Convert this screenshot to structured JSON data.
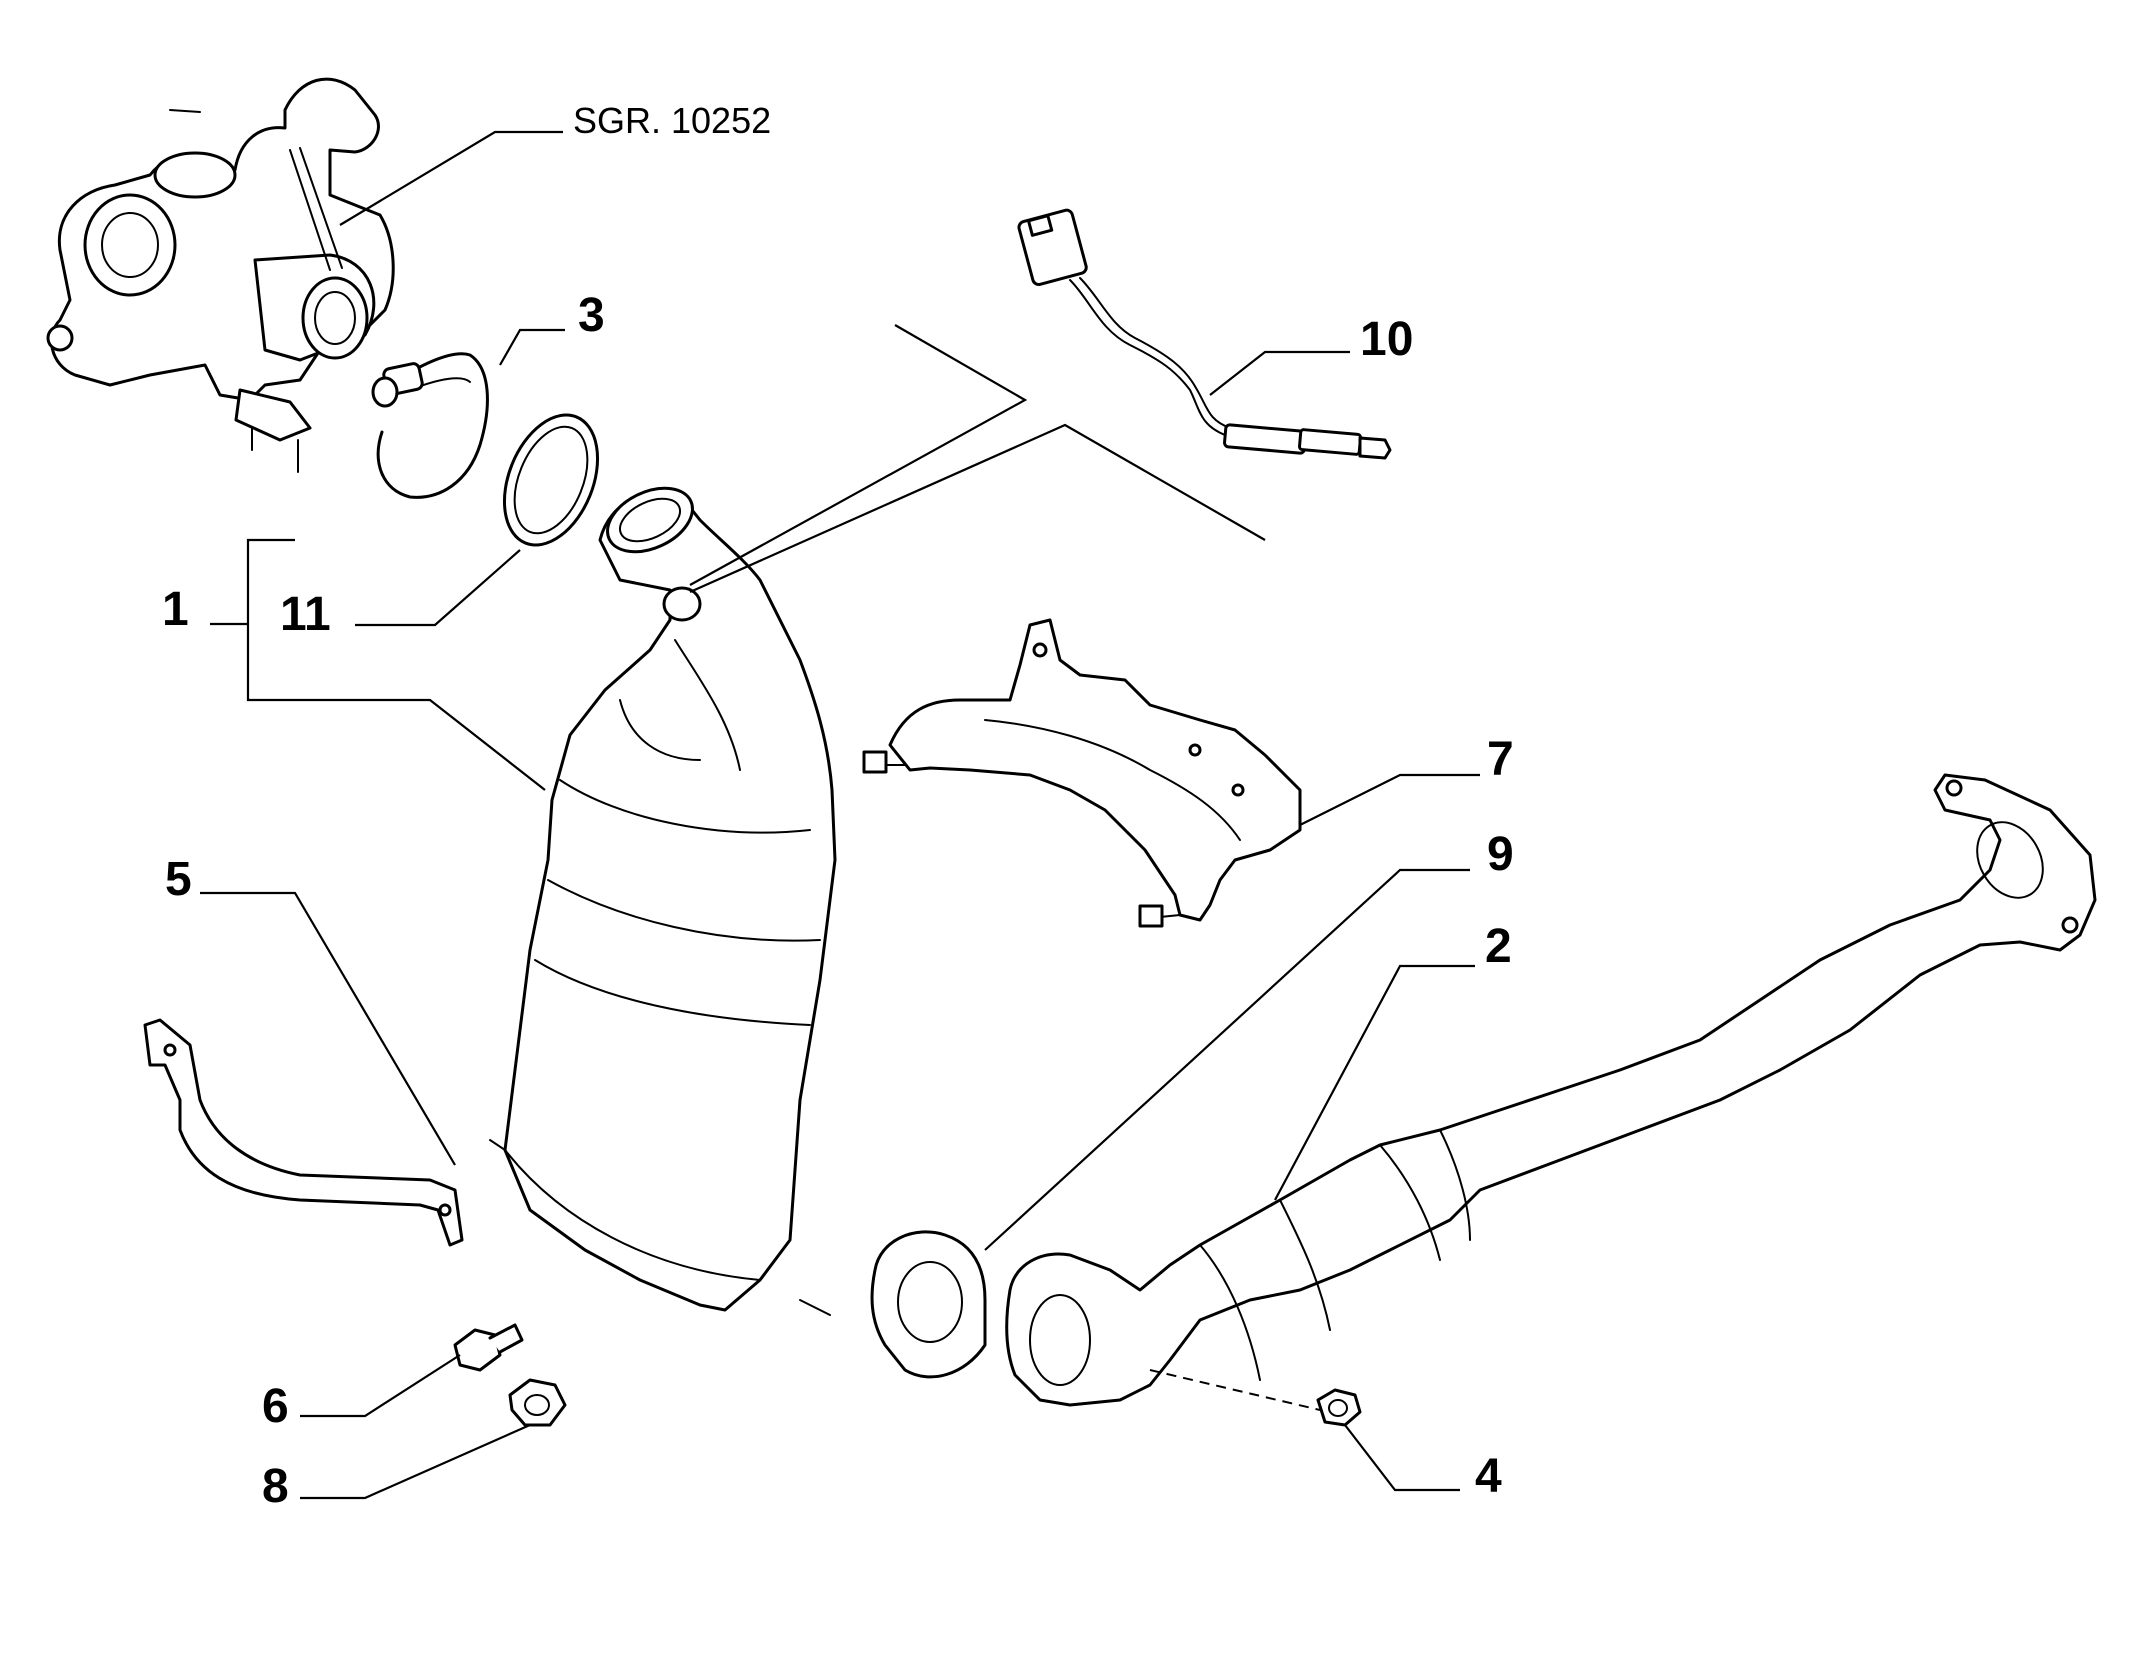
{
  "reference": {
    "label": "SGR. 10252"
  },
  "callouts": {
    "c1": "1",
    "c2": "2",
    "c3": "3",
    "c4": "4",
    "c5": "5",
    "c6": "6",
    "c7": "7",
    "c8": "8",
    "c9": "9",
    "c10": "10",
    "c11": "11"
  }
}
